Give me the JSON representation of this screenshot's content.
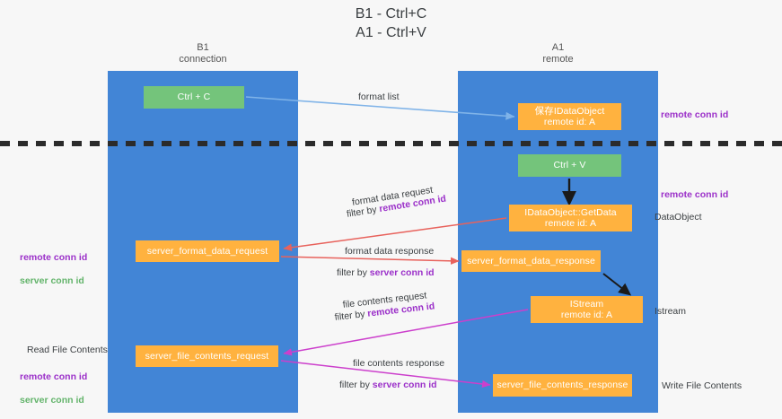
{
  "title": "B1 - Ctrl+C\nA1 - Ctrl+V",
  "columns": {
    "left": "B1\nconnection",
    "right": "A1\nremote"
  },
  "colors": {
    "lane": "#4285d6",
    "node_green": "#74c47b",
    "node_orange": "#ffb23f",
    "accent_purple": "#9b30c9",
    "accent_green": "#63b46b",
    "arrow_blue": "#7fb3e8",
    "arrow_red": "#e8625c",
    "arrow_magenta": "#cc3fcc",
    "arrow_black": "#1a1a1a",
    "divider_black": "#2b2b2b",
    "background": "#f7f7f7"
  },
  "nodes": {
    "ctrl_c": "Ctrl + C",
    "save_dataobject": "保存IDataObject\nremote id: A",
    "ctrl_v": "Ctrl + V",
    "getdata": "IDataObject::GetData\nremote id: A",
    "server_format_data_request": "server_format_data_request",
    "server_format_data_response": "server_format_data_response",
    "istream": "IStream\nremote id: A",
    "server_file_contents_request": "server_file_contents_request",
    "server_file_contents_response": "server_file_contents_response"
  },
  "right_labels": {
    "remote_conn_id_top": "remote conn id",
    "remote_conn_id_mid": "remote conn id",
    "dataobject": "DataObject",
    "istream": "Istream",
    "write_file_contents": "Write File Contents"
  },
  "left_labels": {
    "remote_conn_id": "remote conn id",
    "server_conn_id": "server conn id",
    "read_file_contents": "Read File Contents",
    "remote_conn_id_2": "remote conn id",
    "server_conn_id_2": "server conn id"
  },
  "flow_labels": {
    "format_list": "format list",
    "format_data_request": "format data request",
    "format_data_request_filter_prefix": "filter by ",
    "format_data_request_filter_key": "remote conn id",
    "format_data_response": "format data response",
    "format_data_response_filter_prefix": "filter by ",
    "format_data_response_filter_key": "server conn id",
    "file_contents_request": "file contents request",
    "file_contents_request_filter_prefix": "filter by ",
    "file_contents_request_filter_key": "remote conn id",
    "file_contents_response": "file contents response",
    "file_contents_response_filter_prefix": "filter by ",
    "file_contents_response_filter_key": "server conn id"
  }
}
